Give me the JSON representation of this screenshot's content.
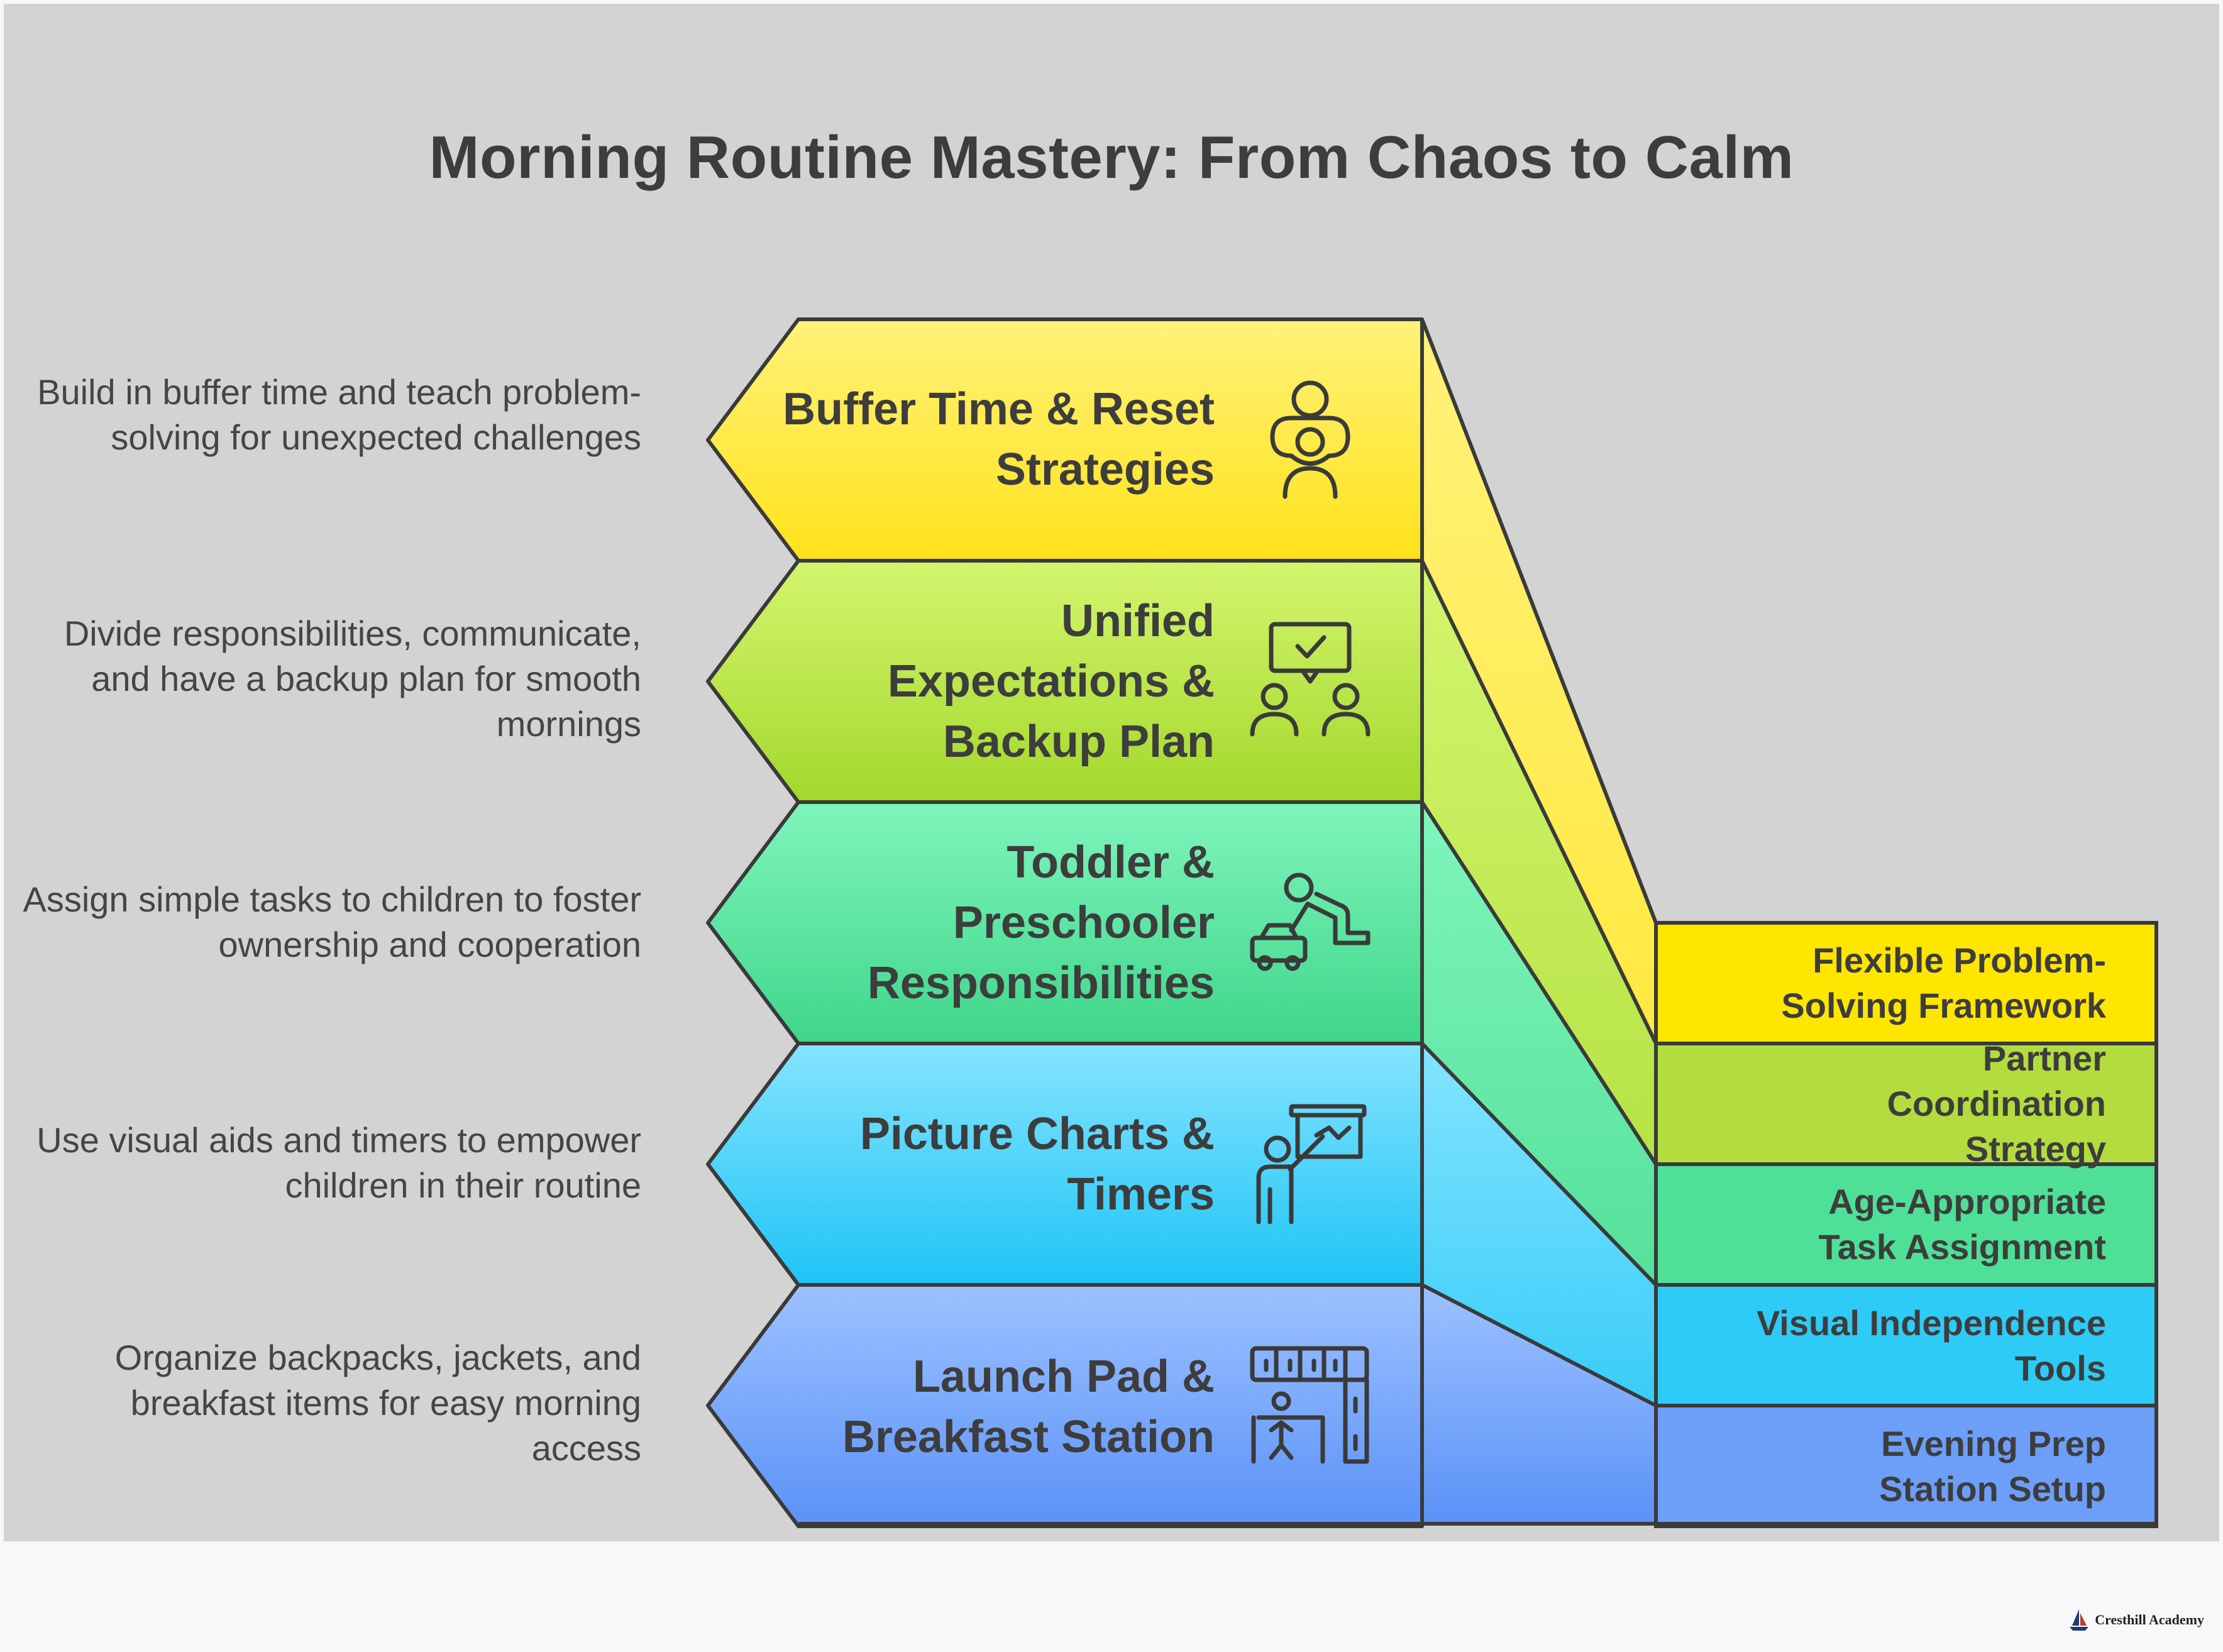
{
  "title": "Morning Routine Mastery: From Chaos to Calm",
  "levels": [
    {
      "label": "Buffer Time & Reset Strategies",
      "description": "Build in buffer time and teach problem-solving for unexpected challenges",
      "side_label": "Flexible Problem-Solving Framework",
      "icon": "parent-holding-child-icon",
      "color_top": "#fff27a",
      "color_bottom": "#ffe21a",
      "side_color": "#ffe600"
    },
    {
      "label": "Unified Expectations & Backup Plan",
      "description": "Divide responsibilities, communicate, and have a backup plan for smooth mornings",
      "side_label": "Partner Coordination Strategy",
      "icon": "meeting-checkmark-icon",
      "color_top": "#d4f56e",
      "color_bottom": "#a3d82c",
      "side_color": "#b3dd3e"
    },
    {
      "label": "Toddler & Preschooler Responsibilities",
      "description": "Assign simple tasks to children to foster ownership and cooperation",
      "side_label": "Age-Appropriate Task Assignment",
      "icon": "child-playing-car-icon",
      "color_top": "#7ff5bc",
      "color_bottom": "#3fd68a",
      "side_color": "#4ee096"
    },
    {
      "label": "Picture Charts & Timers",
      "description": "Use visual aids and timers to empower children in their routine",
      "side_label": "Visual Independence Tools",
      "icon": "presenter-chart-icon",
      "color_top": "#84e4ff",
      "color_bottom": "#1fc4f5",
      "side_color": "#2ecbf7"
    },
    {
      "label": "Launch Pad & Breakfast Station",
      "description": "Organize backpacks, jackets, and breakfast items for easy morning access",
      "side_label": "Evening Prep Station Setup",
      "icon": "lockers-desk-icon",
      "color_top": "#9cc1ff",
      "color_bottom": "#5b92f7",
      "side_color": "#6d9ef8"
    }
  ],
  "brand": {
    "name": "Cresthill Academy",
    "logo_icon": "sailboat-logo-icon"
  }
}
